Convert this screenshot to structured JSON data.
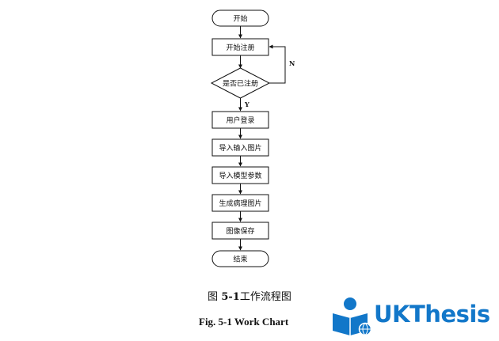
{
  "flowchart": {
    "nodes": {
      "start": "开始",
      "register": "开始注册",
      "decision": "是否已注册",
      "login": "用户登录",
      "import_image": "导入输入图片",
      "import_model": "导入模型参数",
      "generate": "生成病理图片",
      "save": "图像保存",
      "end": "结束"
    },
    "edges": {
      "no_label": "N",
      "yes_label": "Y"
    }
  },
  "caption": {
    "cn_prefix": "图 ",
    "cn_number": "5-1",
    "cn_title": "工作流程图",
    "en": "Fig. 5-1 Work Chart"
  },
  "logo": {
    "text": "UKThesis",
    "brand_color": "#1277c9"
  }
}
